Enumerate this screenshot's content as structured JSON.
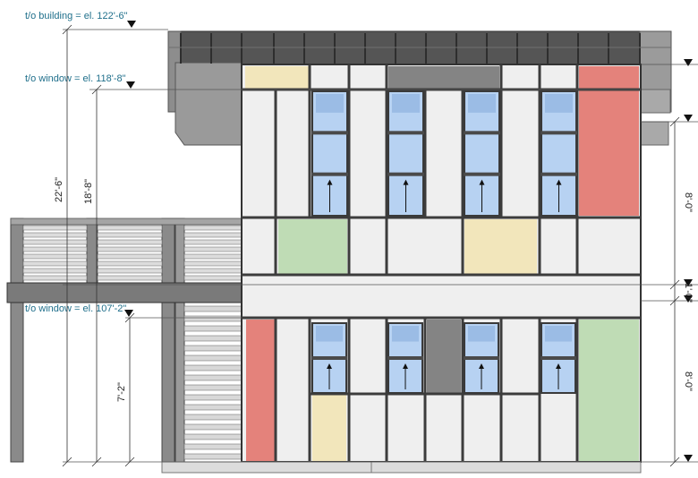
{
  "levels": {
    "building_top": "t/o building = el. 122'-6\"",
    "upper_window_top": "t/o window = el. 118'-8\"",
    "lower_window_top": "t/o window = el. 107'-2\""
  },
  "dimensions": {
    "overall_height": "22'-6\"",
    "to_upper_window": "18'-8\"",
    "to_lower_window": "7'-2\"",
    "upper_floor": "8'-0\"",
    "floor_band": "1'-0\"",
    "lower_floor": "8'-0\""
  },
  "colors": {
    "panel": "#efefef",
    "frame": "#3c3c3c",
    "yellow_panel": "#f2e6bb",
    "red_panel": "#e4827b",
    "green_panel": "#bfdcb5",
    "gray_panel": "#848484",
    "glass": "#b7d2f2",
    "deck": "#7a7a7a",
    "label": "#1f6f8b"
  }
}
